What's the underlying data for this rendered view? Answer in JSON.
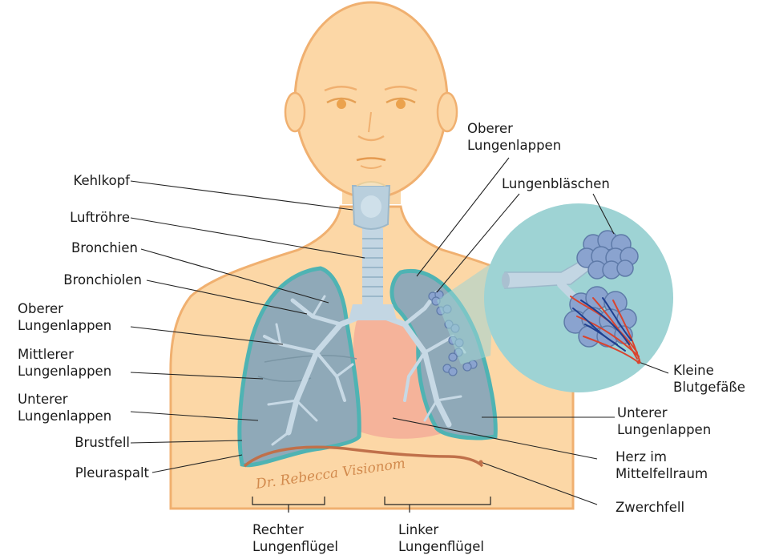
{
  "labels_left": {
    "kehlkopf": "Kehlkopf",
    "luftroehre": "Luftröhre",
    "bronchien": "Bronchien",
    "bronchiolen": "Bronchiolen",
    "oberer": "Oberer\nLungenlappen",
    "mittlerer": "Mittlerer\nLungenlappen",
    "unterer": "Unterer\nLungenlappen",
    "brustfell": "Brustfell",
    "pleuraspalt": "Pleuraspalt"
  },
  "labels_right": {
    "oberer": "Oberer\nLungenlappen",
    "lungenblaeschen": "Lungenbläschen",
    "kleine_blutgefaesse": "Kleine\nBlutgefäße",
    "unterer": "Unterer\nLungenlappen",
    "herz": "Herz im\nMittelfellraum",
    "zwerchfell": "Zwerchfell"
  },
  "labels_bottom": {
    "rechter": "Rechter\nLungenflügel",
    "linker": "Linker\nLungenflügel"
  },
  "signature": "Dr. Rebecca Visionom",
  "colors": {
    "skin": "#fcd7a6",
    "skin_outline": "#f0b070",
    "lung_fill": "#8fa9b8",
    "lung_outline": "#4fb3b3",
    "trachea": "#c3d6e3",
    "heart": "#f5b39a",
    "diaphragm": "#c0704a",
    "zoom_circle": "#9ed3d4",
    "alveoli": "#7f99c9",
    "vessel_red": "#d9442e"
  }
}
